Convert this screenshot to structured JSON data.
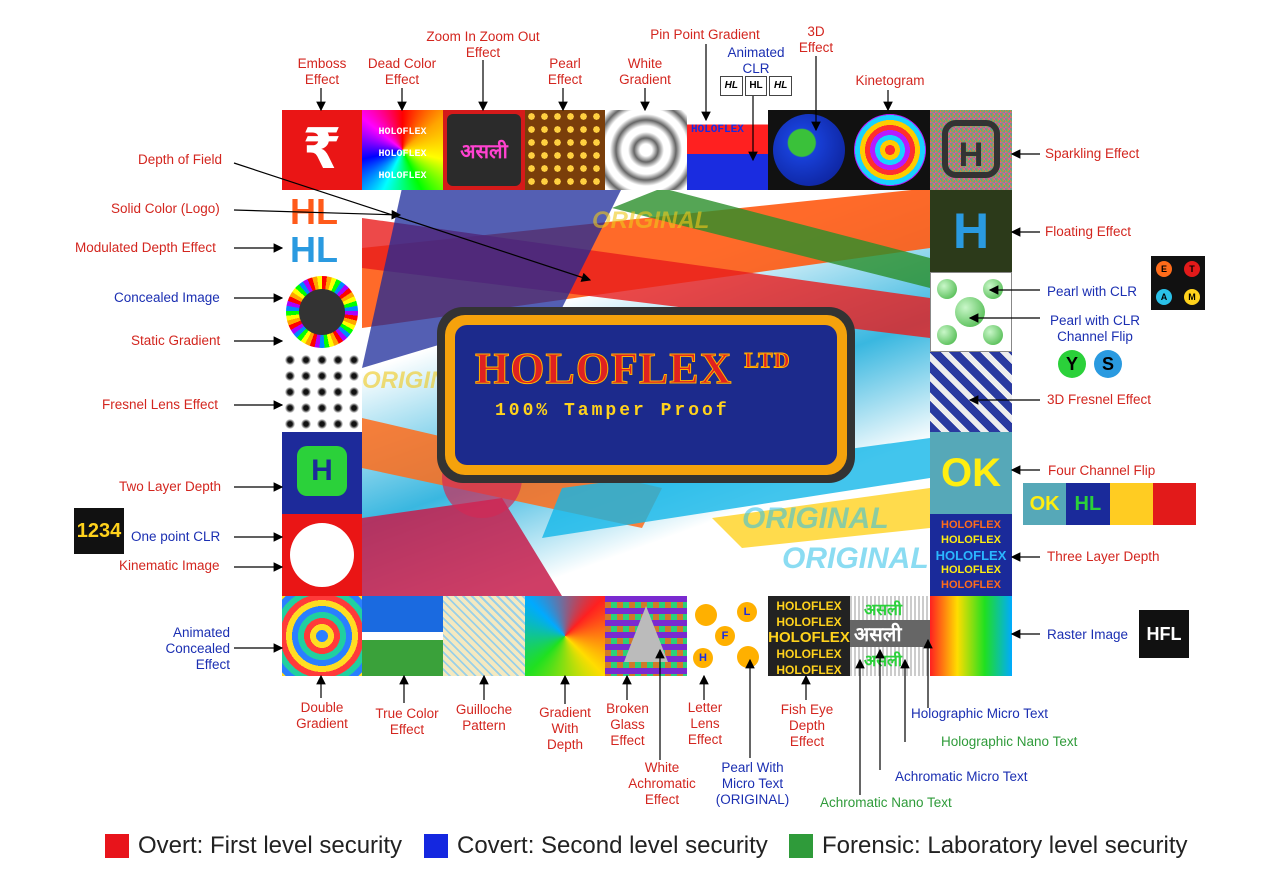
{
  "center": {
    "brand": "HOLOFLEX",
    "suffix": "LTD",
    "tagline": "100% Tamper Proof"
  },
  "watermark_word": "ORIGINAL",
  "top_labels": {
    "emboss": "Emboss\nEffect",
    "dead_color": "Dead Color\nEffect",
    "zoom": "Zoom In Zoom Out\nEffect",
    "pearl": "Pearl\nEffect",
    "white_gradient": "White\nGradient",
    "pin_point": "Pin Point Gradient",
    "animated_clr": "Animated\nCLR",
    "three_d": "3D\nEffect",
    "kinetogram": "Kinetogram"
  },
  "left_labels": {
    "depth_of_field": "Depth of Field",
    "solid_color": "Solid Color (Logo)",
    "modulated_depth": "Modulated Depth Effect",
    "concealed_image": "Concealed Image",
    "static_gradient": "Static Gradient",
    "fresnel_lens": "Fresnel Lens Effect",
    "two_layer_depth": "Two Layer Depth",
    "one_point_clr": "One point CLR",
    "kinematic_image": "Kinematic Image",
    "animated_concealed": "Animated\nConcealed\nEffect"
  },
  "right_labels": {
    "sparkling": "Sparkling Effect",
    "floating": "Floating Effect",
    "pearl_clr": "Pearl with CLR",
    "pearl_clr_flip": "Pearl with CLR\nChannel Flip",
    "fresnel_3d": "3D Fresnel Effect",
    "four_channel": "Four Channel Flip",
    "three_layer": "Three Layer Depth",
    "raster": "Raster Image"
  },
  "bottom_labels": {
    "double_gradient": "Double\nGradient",
    "true_color": "True Color\nEffect",
    "guilloche": "Guilloche\nPattern",
    "gradient_depth": "Gradient\nWith\nDepth",
    "broken_glass": "Broken\nGlass\nEffect",
    "white_achromatic": "White\nAchromatic\nEffect",
    "letter_lens": "Letter\nLens\nEffect",
    "pearl_micro": "Pearl With\nMicro Text\n(ORIGINAL)",
    "fish_eye": "Fish Eye\nDepth\nEffect",
    "holo_micro": "Holographic Micro Text",
    "holo_nano": "Holographic Nano Text",
    "achro_micro": "Achromatic Micro Text",
    "achro_nano": "Achromatic Nano Text"
  },
  "tile_text": {
    "hl": "HL",
    "h": "H",
    "ok": "OK",
    "hfl": "HFL",
    "asli": "असली",
    "clr_hl": "HL",
    "digits": "1234",
    "holoflex": "HOLOFLEX",
    "pearl_letters": [
      "E",
      "T",
      "A",
      "M"
    ],
    "ys": [
      "Y",
      "S"
    ],
    "fhl": [
      "L",
      "F",
      "H"
    ]
  },
  "legend": [
    {
      "label": "Overt: First level security",
      "color": "#e8141b"
    },
    {
      "label": "Covert: Second level security",
      "color": "#1427e0"
    },
    {
      "label": "Forensic: Laboratory level security",
      "color": "#2f9b3a"
    }
  ]
}
